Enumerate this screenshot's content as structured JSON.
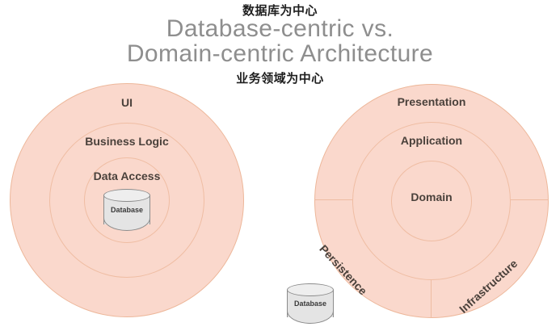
{
  "title": {
    "cn_top": "数据库为中心",
    "cn_bottom": "业务领域为中心",
    "line1": "Database-centric vs.",
    "line2": "Domain-centric Architecture"
  },
  "colors": {
    "ring_fill": "#FAD8CC",
    "ring_border": "#EDB79A",
    "label_text": "#4A413B",
    "title_text": "#8E8E8E",
    "cn_text": "#1F1F1F",
    "cylinder_fill": "#E4E4E4",
    "cylinder_border": "#8C8C8C"
  },
  "diagrams": [
    {
      "id": "database-centric",
      "caption": "数据库为中心",
      "rings": [
        {
          "label": "UI",
          "level": "outer"
        },
        {
          "label": "Business Logic",
          "level": "middle"
        },
        {
          "label": "Data Access",
          "level": "inner"
        }
      ],
      "center_element": {
        "type": "cylinder",
        "label": "Database"
      },
      "sectors": []
    },
    {
      "id": "domain-centric",
      "caption": "业务领域为中心",
      "rings": [
        {
          "label": "Presentation",
          "level": "outer"
        },
        {
          "label": "Application",
          "level": "middle"
        },
        {
          "label": "Domain",
          "level": "inner"
        }
      ],
      "center_element": null,
      "sectors": [
        {
          "label": "Persistence",
          "position": "lower-left",
          "rotation_deg": 47
        },
        {
          "label": "Infrastructure",
          "position": "lower-right",
          "rotation_deg": -42
        }
      ]
    }
  ],
  "external_store": {
    "type": "cylinder",
    "label": "Database"
  }
}
